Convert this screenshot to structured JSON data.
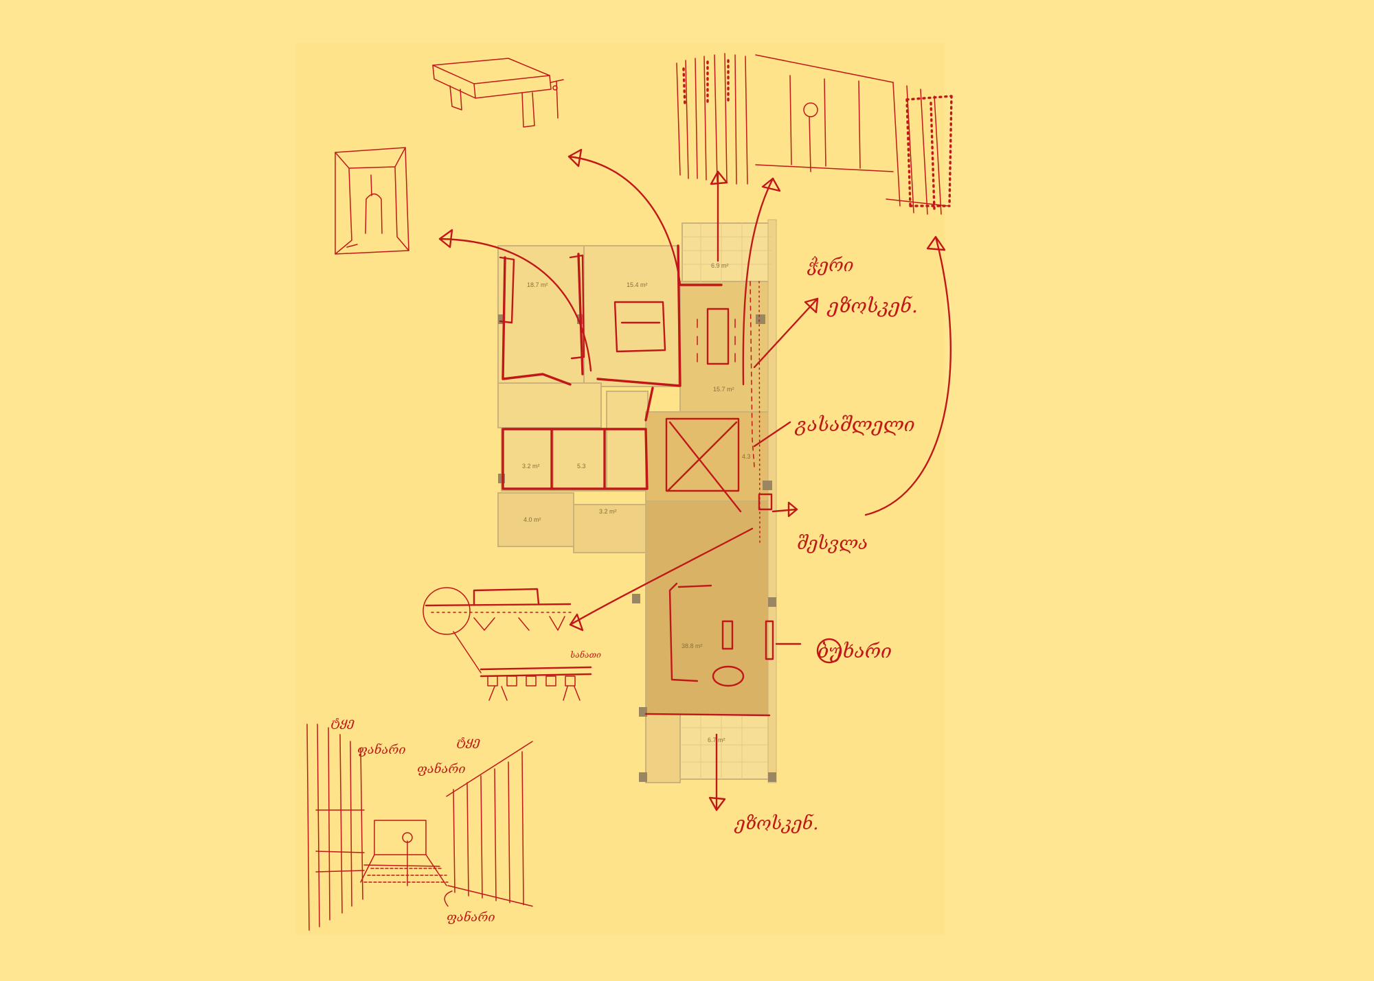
{
  "palette": {
    "paper": "#FFE692",
    "ink_red": "#C01818",
    "plan_light": "#F5D98A",
    "plan_mid": "#EACB7A",
    "plan_dark": "#D9B266",
    "wall": "#CBB27A",
    "pillar": "#9A8660"
  },
  "plan": {
    "rooms": [
      {
        "label": "18.7 m²"
      },
      {
        "label": "15.4 m²"
      },
      {
        "label": "6.9 m²"
      },
      {
        "label": "15.7 m²"
      },
      {
        "label": "3.2 m²"
      },
      {
        "label": "5.3"
      },
      {
        "label": "4.0 m²"
      },
      {
        "label": "3.2 m²"
      },
      {
        "label": "4.3"
      },
      {
        "label": "38.8 m²"
      },
      {
        "label": "6.7 m²"
      }
    ]
  },
  "annotations": [
    {
      "text": "ჭერი"
    },
    {
      "text": "ეზოსკენ."
    },
    {
      "text": "გასაშლელი"
    },
    {
      "text": "შესვლა"
    },
    {
      "text": "ბუხარი"
    },
    {
      "text": "ეზოსკენ."
    },
    {
      "text": "სანათი"
    },
    {
      "text": "ტყე"
    },
    {
      "text": "ტყე"
    },
    {
      "text": "ფანარი"
    },
    {
      "text": "ფანარი"
    },
    {
      "text": "ფანარი"
    }
  ]
}
